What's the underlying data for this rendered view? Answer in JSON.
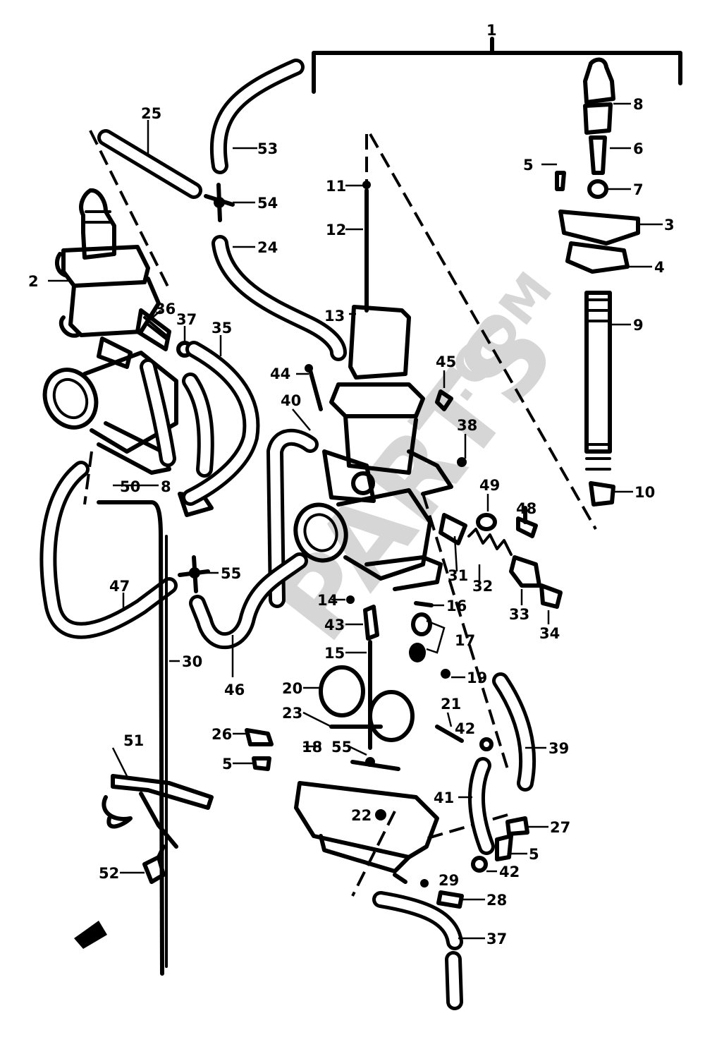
{
  "watermark": {
    "brand": "PARTS",
    "domain": ".COM"
  },
  "callouts": {
    "c1": "1",
    "c2": "2",
    "c3": "3",
    "c4": "4",
    "c5a": "5",
    "c5b": "5",
    "c5c": "5",
    "c6": "6",
    "c7": "7",
    "c8": "8",
    "c9": "9",
    "c10": "10",
    "c11": "11",
    "c12": "12",
    "c13": "13",
    "c14": "14",
    "c15": "15",
    "c16": "16",
    "c17": "17",
    "c18": "18",
    "c19": "19",
    "c20": "20",
    "c21": "21",
    "c22": "22",
    "c23": "23",
    "c24": "24",
    "c25": "25",
    "c26": "26",
    "c27": "27",
    "c28": "28",
    "c29": "29",
    "c30": "30",
    "c31": "31",
    "c32": "32",
    "c33": "33",
    "c34": "34",
    "c35": "35",
    "c36": "36",
    "c37": "37",
    "c38": "38",
    "c39": "39",
    "c40": "40",
    "c41": "41",
    "c42": "42",
    "c43": "43",
    "c44": "44",
    "c45": "45",
    "c46": "46",
    "c47": "47",
    "c48": "48",
    "c49": "49",
    "c50": "50",
    "c51": "51",
    "c52": "52",
    "c53": "53",
    "c54": "54",
    "c55a": "55",
    "c55b": "55",
    "c8b": "8",
    "c42b": "42"
  }
}
